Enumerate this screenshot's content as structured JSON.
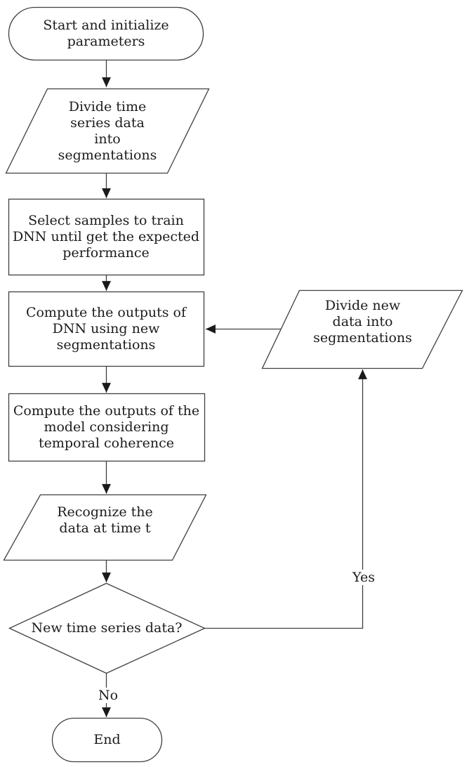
{
  "diagram": {
    "title": "DNN temporal-coherence recognition flowchart",
    "colors": {
      "background": "#ffffff",
      "node_fill": "#ffffff",
      "line": "#404040",
      "arrowhead": "#1a1a1a",
      "text": "#1c1c1c"
    },
    "nodes": [
      {
        "id": "start",
        "type": "terminator",
        "label": "Start and initialize\nparameters"
      },
      {
        "id": "divide-time-series",
        "type": "data-parallelogram",
        "label": "Divide time\nseries data\ninto\nsegmentations"
      },
      {
        "id": "train-dnn",
        "type": "process",
        "label": "Select samples to train\nDNN until get the expected\nperformance"
      },
      {
        "id": "compute-dnn-outputs",
        "type": "process",
        "label": "Compute the outputs of\nDNN using new\nsegmentations"
      },
      {
        "id": "compute-model-outputs",
        "type": "process",
        "label": "Compute the outputs of the\nmodel considering\ntemporal coherence"
      },
      {
        "id": "recognize-data",
        "type": "data-parallelogram",
        "label": "Recognize the\ndata at time t"
      },
      {
        "id": "new-data-decision",
        "type": "decision",
        "label": "New time series data?"
      },
      {
        "id": "divide-new-data",
        "type": "data-parallelogram",
        "label": "Divide new\ndata into\nsegmentations"
      },
      {
        "id": "end",
        "type": "terminator",
        "label": "End"
      }
    ],
    "edges": {
      "yes_label": "Yes",
      "no_label": "No"
    }
  }
}
